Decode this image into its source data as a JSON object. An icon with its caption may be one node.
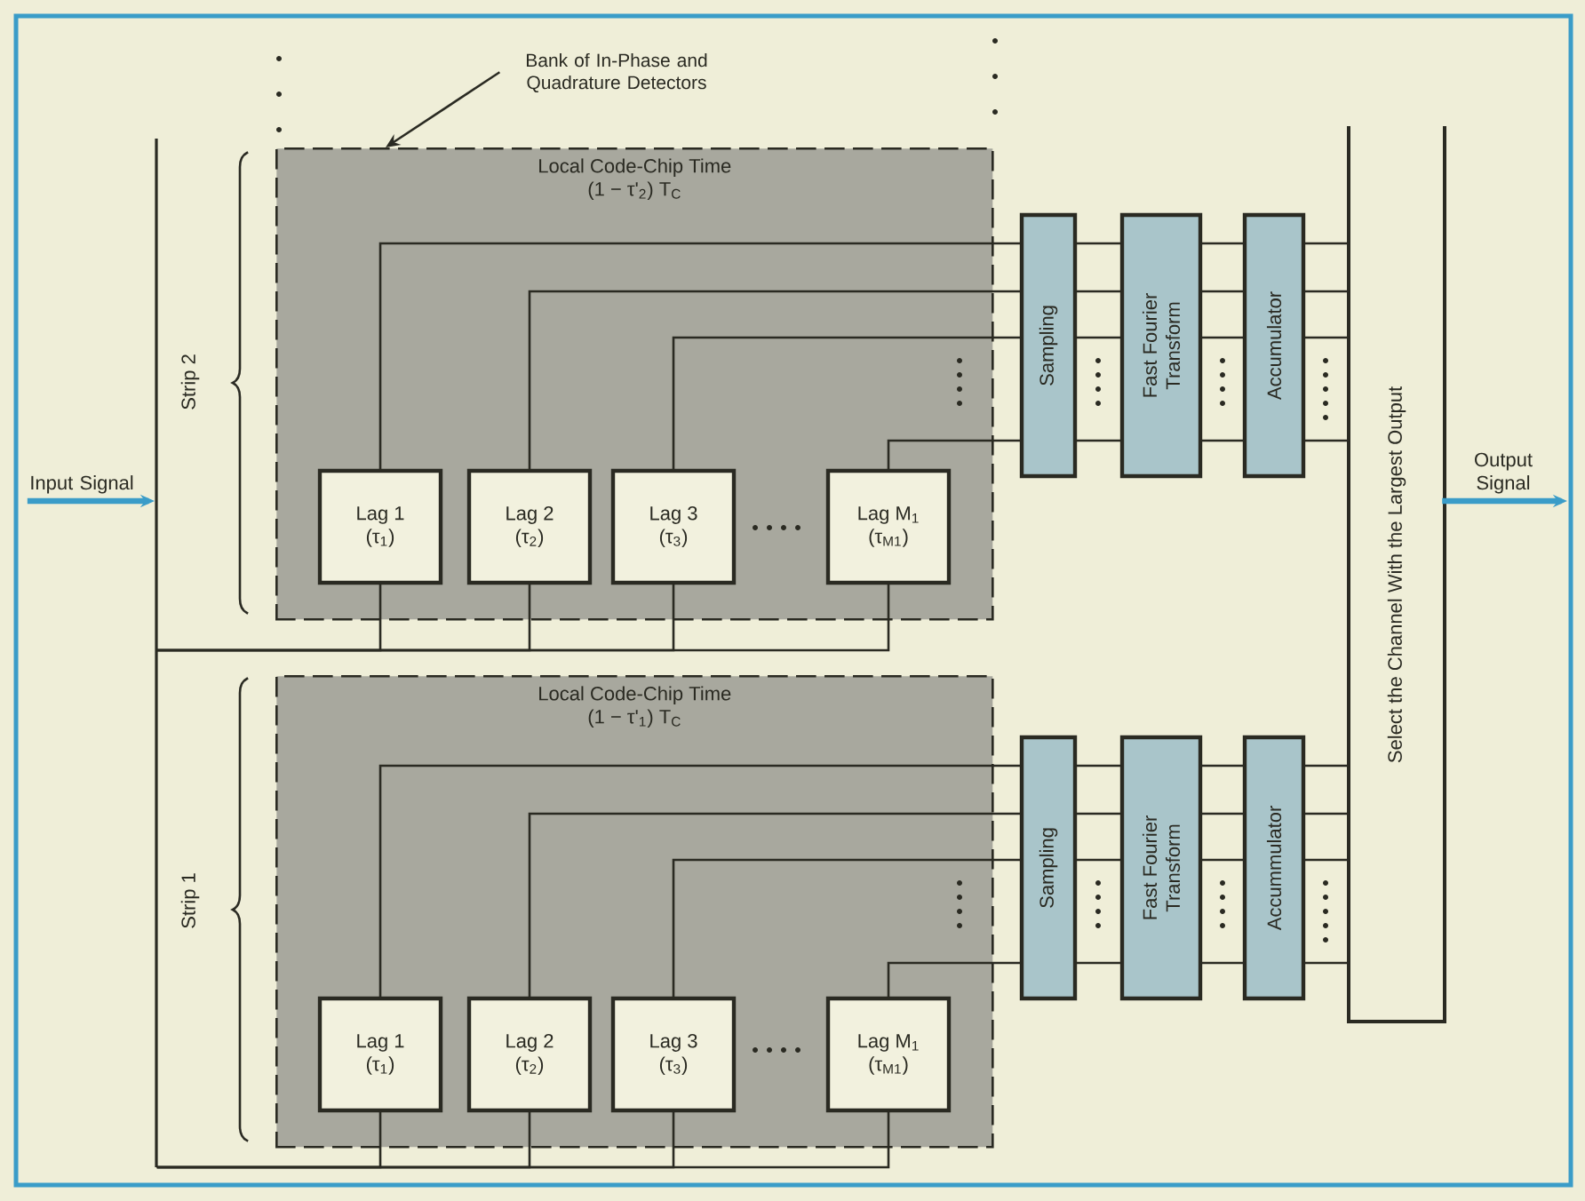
{
  "diagram": {
    "nodes": [
      {
        "text": [
          "Bank of In-Phase and Quadrature Detectors"
        ]
      },
      {
        "text": [
          "Local Code-Chip Time",
          "(1 − τ'$_{2}$) T$_{C}$"
        ]
      },
      {
        "text": [
          "Lag 1",
          "(τ$_{1}$)"
        ],
        "in": 1
      },
      {
        "text": [
          "Lag 2",
          "(τ$_{2}$)"
        ],
        "in": 1
      },
      {
        "text": [
          "Lag 3",
          "(τ$_{3}$)"
        ],
        "in": 1
      },
      {
        "text": [
          "Lag M$_{1}$",
          "(τ$_{M1}$)"
        ],
        "in": 1
      },
      {
        "text": [
          "Sampling"
        ]
      },
      {
        "text": [
          "Fast Fourier Transform"
        ]
      },
      {
        "text": [
          "Accumulator"
        ]
      },
      {
        "text": [
          "Select the Channel With the Largest Output"
        ]
      },
      {
        "text": [
          "Local Code-Chip Time",
          "(1 − τ'$_{1}$) T$_{C}$"
        ]
      },
      {
        "text": [
          "Lag 1",
          "(τ$_{1}$)"
        ],
        "in": 10
      },
      {
        "text": [
          "Lag 2",
          "(τ$_{2}$)"
        ],
        "in": 10
      },
      {
        "text": [
          "Lag 3",
          "(τ$_{3}$)"
        ],
        "in": 10
      },
      {
        "text": [
          "Lag M$_{1}$",
          "(τ$_{M1}$)"
        ],
        "in": 10
      },
      {
        "text": [
          "Sampling"
        ]
      },
      {
        "text": [
          "Fast Fourier Transform"
        ]
      },
      {
        "text": [
          "Accummulator"
        ]
      },
      {
        "text": [],
        "shape": "bar"
      }
    ],
    "edges": [
      {
        "from": 0,
        "to": 1,
        "arrow": "to"
      },
      {
        "from": null,
        "to": 18,
        "arrow": "to",
        "label": "Input Signal",
        "style": "thick",
        "color": "#3a9cc8"
      },
      {
        "from": 9,
        "to": null,
        "arrow": "to",
        "label": "Output Signal",
        "style": "thick",
        "color": "#3a9cc8"
      },
      {
        "from": 18,
        "to": 2,
        "arrow": "none"
      },
      {
        "from": 18,
        "to": 3,
        "arrow": "none"
      },
      {
        "from": 18,
        "to": 4,
        "arrow": "none"
      },
      {
        "from": 18,
        "to": 5,
        "arrow": "none"
      },
      {
        "from": 2,
        "to": 6,
        "arrow": "none"
      },
      {
        "from": 3,
        "to": 6,
        "arrow": "none"
      },
      {
        "from": 4,
        "to": 6,
        "arrow": "none"
      },
      {
        "from": 5,
        "to": 6,
        "arrow": "none"
      },
      {
        "from": 6,
        "to": 7,
        "arrow": "none"
      },
      {
        "from": 6,
        "to": 7,
        "arrow": "none"
      },
      {
        "from": 6,
        "to": 7,
        "arrow": "none"
      },
      {
        "from": 6,
        "to": 7,
        "arrow": "none"
      },
      {
        "from": 7,
        "to": 8,
        "arrow": "none"
      },
      {
        "from": 7,
        "to": 8,
        "arrow": "none"
      },
      {
        "from": 7,
        "to": 8,
        "arrow": "none"
      },
      {
        "from": 7,
        "to": 8,
        "arrow": "none"
      },
      {
        "from": 8,
        "to": 9,
        "arrow": "none"
      },
      {
        "from": 8,
        "to": 9,
        "arrow": "none"
      },
      {
        "from": 8,
        "to": 9,
        "arrow": "none"
      },
      {
        "from": 8,
        "to": 9,
        "arrow": "none"
      },
      {
        "from": 18,
        "to": 11,
        "arrow": "none"
      },
      {
        "from": 18,
        "to": 12,
        "arrow": "none"
      },
      {
        "from": 18,
        "to": 13,
        "arrow": "none"
      },
      {
        "from": 18,
        "to": 14,
        "arrow": "none"
      },
      {
        "from": 11,
        "to": 15,
        "arrow": "none"
      },
      {
        "from": 12,
        "to": 15,
        "arrow": "none"
      },
      {
        "from": 13,
        "to": 15,
        "arrow": "none"
      },
      {
        "from": 14,
        "to": 15,
        "arrow": "none"
      },
      {
        "from": 15,
        "to": 16,
        "arrow": "none"
      },
      {
        "from": 15,
        "to": 16,
        "arrow": "none"
      },
      {
        "from": 15,
        "to": 16,
        "arrow": "none"
      },
      {
        "from": 15,
        "to": 16,
        "arrow": "none"
      },
      {
        "from": 16,
        "to": 17,
        "arrow": "none"
      },
      {
        "from": 16,
        "to": 17,
        "arrow": "none"
      },
      {
        "from": 16,
        "to": 17,
        "arrow": "none"
      },
      {
        "from": 16,
        "to": 17,
        "arrow": "none"
      },
      {
        "from": 17,
        "to": 9,
        "arrow": "none"
      },
      {
        "from": 17,
        "to": 9,
        "arrow": "none"
      },
      {
        "from": 17,
        "to": 9,
        "arrow": "none"
      },
      {
        "from": 17,
        "to": 9,
        "arrow": "none"
      }
    ],
    "labels": [
      "Strip 2",
      "Strip 1"
    ]
  }
}
